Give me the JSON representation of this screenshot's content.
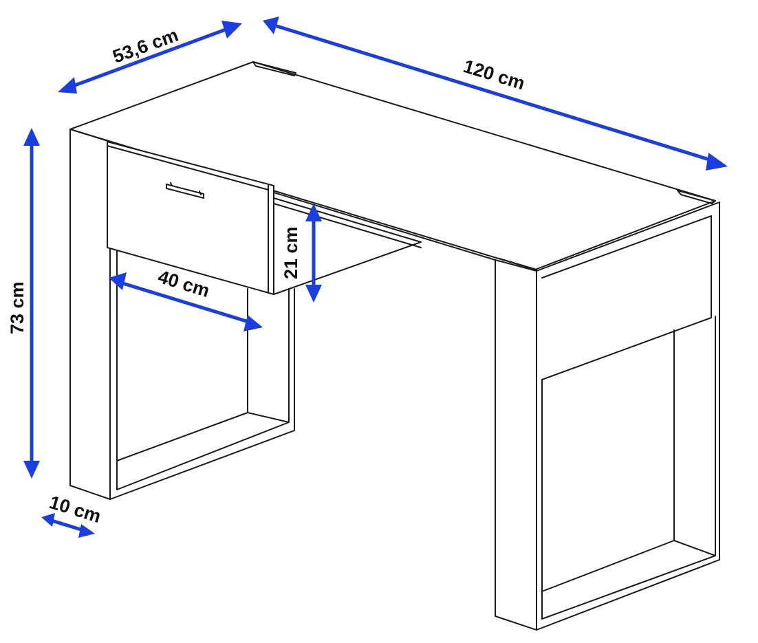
{
  "colors": {
    "dimension_arrow": "#1a3ee0",
    "outline": "#1a1a1a",
    "background": "#ffffff"
  },
  "dimensions": {
    "depth": "53,6 cm",
    "width": "120 cm",
    "height": "73 cm",
    "drawer_height": "21 cm",
    "drawer_width": "40 cm",
    "leg_thickness": "10 cm"
  }
}
